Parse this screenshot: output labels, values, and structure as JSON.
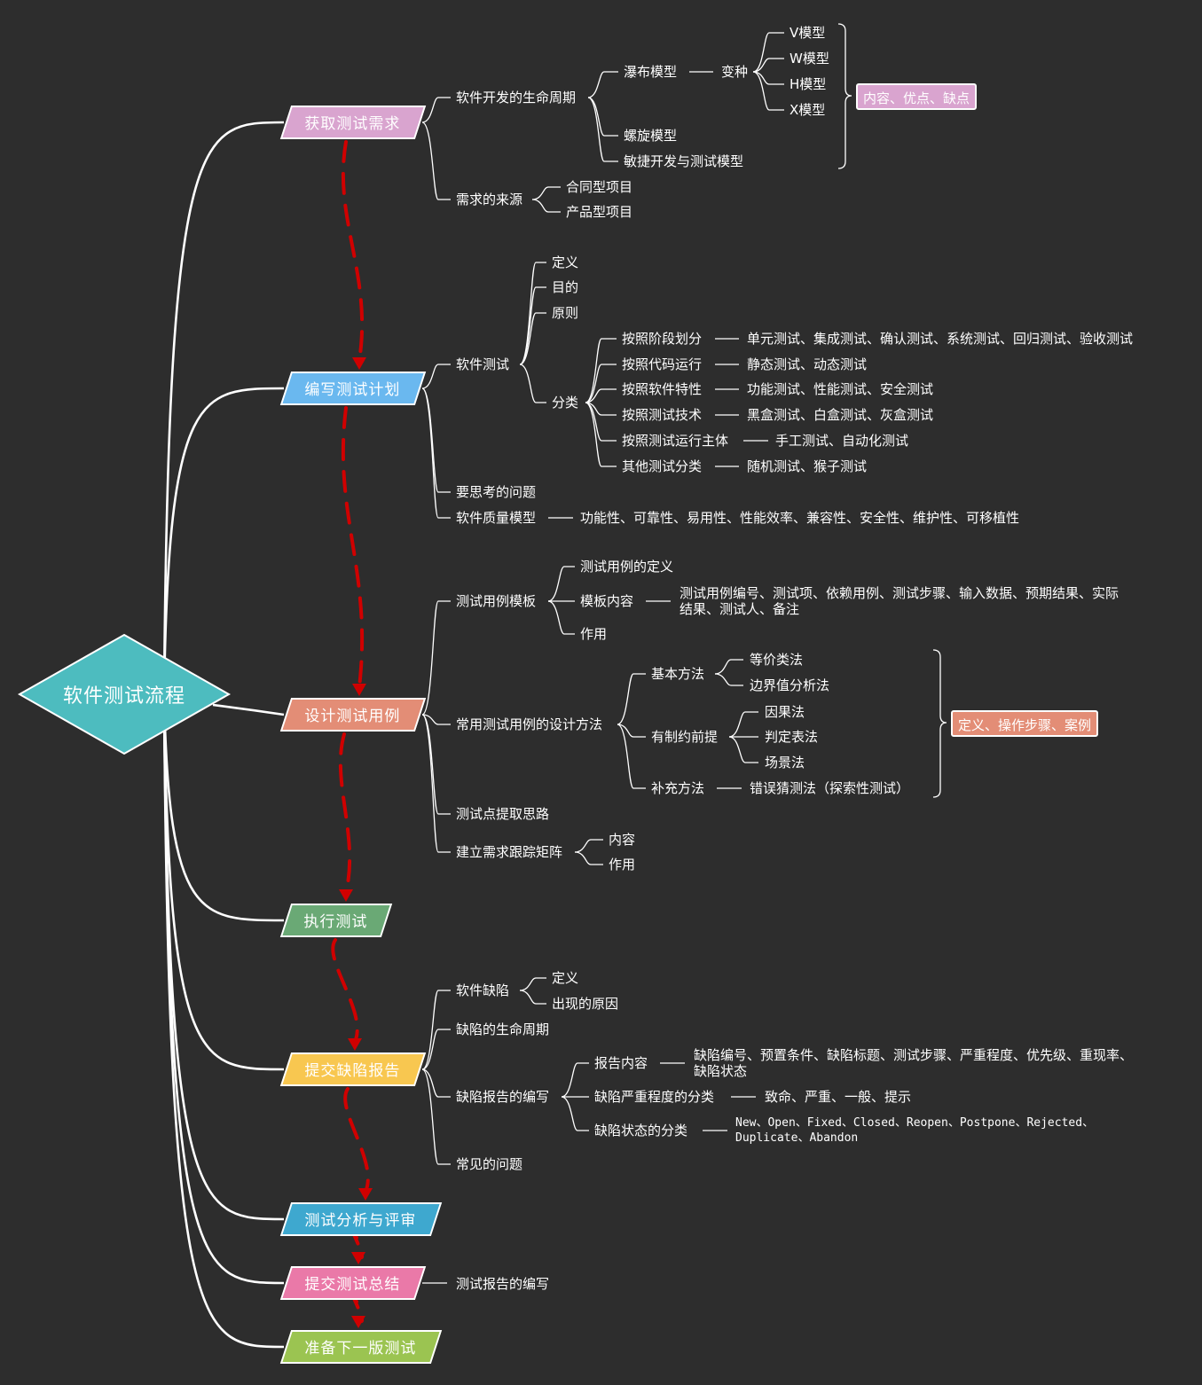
{
  "root": {
    "label": "软件测试流程",
    "color": "#4dbcbf"
  },
  "colors": {
    "background": "#2d2d2d",
    "line": "#ffffff",
    "flow_arrow": "#d00000",
    "stage1": "#d9a4cf",
    "stage2": "#6ab8ef",
    "stage3": "#e38d76",
    "stage4": "#6aa975",
    "stage5": "#f8c750",
    "stage6": "#3ea8cf",
    "stage7": "#ea79a8",
    "stage8": "#9bc451"
  },
  "stages": [
    {
      "label": "获取测试需求",
      "children": {
        "lifecycle": "软件开发的生命周期",
        "waterfall": "瀑布模型",
        "variants": "变种",
        "v_model": "V模型",
        "w_model": "W模型",
        "h_model": "H模型",
        "x_model": "X模型",
        "spiral": "螺旋模型",
        "agile": "敏捷开发与测试模型",
        "models_tag": "内容、优点、缺点",
        "req_source": "需求的来源",
        "contract": "合同型项目",
        "product": "产品型项目"
      }
    },
    {
      "label": "编写测试计划",
      "children": {
        "software_test": "软件测试",
        "definition": "定义",
        "purpose": "目的",
        "principle": "原则",
        "category": "分类",
        "by_stage": "按照阶段划分",
        "by_stage_v": "单元测试、集成测试、确认测试、系统测试、回归测试、验收测试",
        "by_code": "按照代码运行",
        "by_code_v": "静态测试、动态测试",
        "by_feature": "按照软件特性",
        "by_feature_v": "功能测试、性能测试、安全测试",
        "by_tech": "按照测试技术",
        "by_tech_v": "黑盒测试、白盒测试、灰盒测试",
        "by_subject": "按照测试运行主体",
        "by_subject_v": "手工测试、自动化测试",
        "other": "其他测试分类",
        "other_v": "随机测试、猴子测试",
        "questions": "要思考的问题",
        "quality_model": "软件质量模型",
        "quality_model_v": "功能性、可靠性、易用性、性能效率、兼容性、安全性、维护性、可移植性"
      }
    },
    {
      "label": "设计测试用例",
      "children": {
        "template": "测试用例模板",
        "template_def": "测试用例的定义",
        "template_content": "模板内容",
        "template_content_v": "测试用例编号、测试项、依赖用例、测试步骤、输入数据、预期结果、实际结果、测试人、备注",
        "template_use": "作用",
        "methods": "常用测试用例的设计方法",
        "basic": "基本方法",
        "equivalence": "等价类法",
        "boundary": "边界值分析法",
        "constrained": "有制约前提",
        "cause_effect": "因果法",
        "decision_table": "判定表法",
        "scenario": "场景法",
        "supplement": "补充方法",
        "error_guess": "错误猜测法（探索性测试）",
        "methods_tag": "定义、操作步骤、案例",
        "test_points": "测试点提取思路",
        "rtm": "建立需求跟踪矩阵",
        "rtm_content": "内容",
        "rtm_use": "作用"
      }
    },
    {
      "label": "执行测试"
    },
    {
      "label": "提交缺陷报告",
      "children": {
        "defect": "软件缺陷",
        "defect_def": "定义",
        "defect_cause": "出现的原因",
        "defect_lifecycle": "缺陷的生命周期",
        "report_writing": "缺陷报告的编写",
        "report_content": "报告内容",
        "report_content_v": "缺陷编号、预置条件、缺陷标题、测试步骤、严重程度、优先级、重现率、缺陷状态",
        "severity": "缺陷严重程度的分类",
        "severity_v": "致命、严重、一般、提示",
        "status": "缺陷状态的分类",
        "status_v": "New、Open、Fixed、Closed、Reopen、Postpone、Rejected、Duplicate、Abandon",
        "common_issues": "常见的问题"
      }
    },
    {
      "label": "测试分析与评审"
    },
    {
      "label": "提交测试总结",
      "children": {
        "report": "测试报告的编写"
      }
    },
    {
      "label": "准备下一版测试"
    }
  ]
}
